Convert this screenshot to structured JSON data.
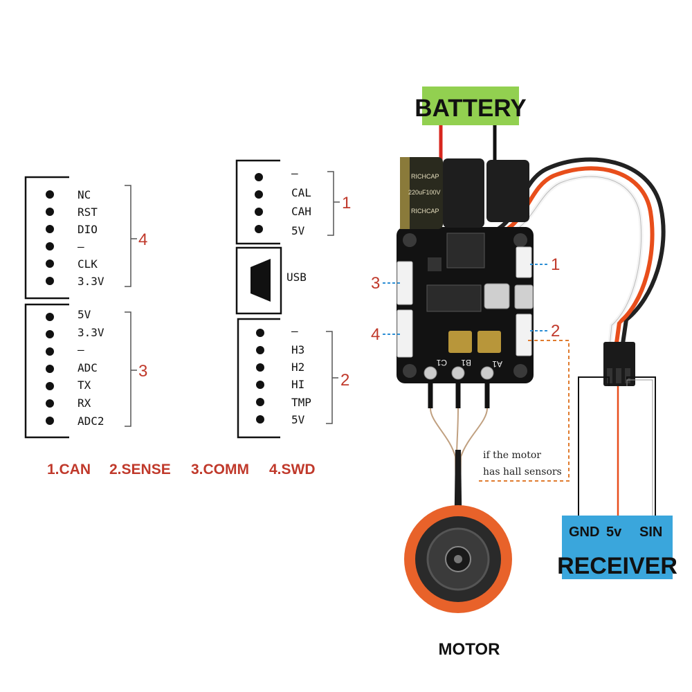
{
  "connectors": {
    "swd": {
      "number": "4",
      "pins": [
        "NC",
        "RST",
        "DIO",
        "–",
        "CLK",
        "3.3V"
      ]
    },
    "comm": {
      "number": "3",
      "pins": [
        "5V",
        "3.3V",
        "–",
        "ADC",
        "TX",
        "RX",
        "ADC2"
      ]
    },
    "can": {
      "number": "1",
      "pins": [
        "–",
        "CAL",
        "CAH",
        "5V"
      ]
    },
    "usb": {
      "label": "USB"
    },
    "sense": {
      "number": "2",
      "pins": [
        "–",
        "H3",
        "H2",
        "HI",
        "TMP",
        "5V"
      ]
    }
  },
  "legend": [
    "1.CAN",
    "2.SENSE",
    "3.COMM",
    "4.SWD"
  ],
  "battery_label": "BATTERY",
  "motor_label": "MOTOR",
  "receiver": {
    "label": "RECEIVER",
    "pins": [
      "GND",
      "5v",
      "SIN"
    ]
  },
  "hall_note": [
    "if the motor",
    "has hall sensors"
  ],
  "board": {
    "callouts": [
      "1",
      "2",
      "3",
      "4"
    ],
    "capacitor_text": [
      "RICHCAP",
      "220uF100V",
      "RICHCAP"
    ],
    "phase_labels": [
      "C1",
      "B1",
      "A1"
    ]
  },
  "colors": {
    "accent_red": "#c0392b",
    "battery_bg": "#92d050",
    "receiver_bg": "#3aa6dc",
    "hall_dash": "#e07b2e",
    "callout_blue": "#2d8fd5"
  }
}
